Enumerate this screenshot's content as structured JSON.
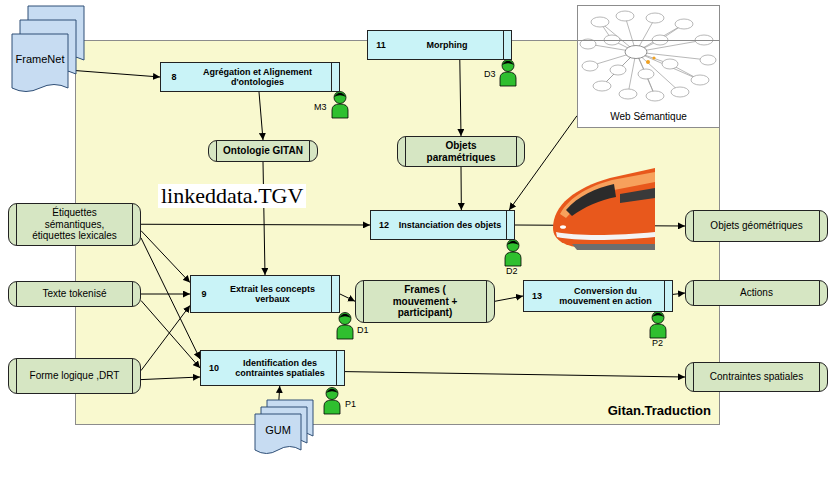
{
  "diagram": {
    "nodes": [
      {
        "text": [
          "Gitan.Traduction"
        ]
      },
      {
        "text": [
          "FrameNet"
        ]
      },
      {
        "text": [
          "8",
          "Agrégation et Alignement d'ontologies"
        ],
        "in": 0
      },
      {
        "text": [
          "11",
          "Morphing"
        ],
        "in": 0
      },
      {
        "text": [
          "Web Sémantique"
        ]
      },
      {
        "text": [
          "Ontologie GITAN"
        ],
        "in": 0
      },
      {
        "text": [
          "Objets paramétriques"
        ],
        "in": 0
      },
      {
        "text": [
          "Étiquettes sémantiques, étiquettes lexicales"
        ]
      },
      {
        "text": [
          "12",
          "Instanciation des objets"
        ],
        "in": 0
      },
      {
        "text": [
          "Objets géométriques"
        ]
      },
      {
        "text": [
          "Texte tokenisé"
        ]
      },
      {
        "text": [
          "9",
          "Extrait les concepts verbaux"
        ],
        "in": 0
      },
      {
        "text": [
          "Frames ( mouvement + participant)"
        ],
        "in": 0
      },
      {
        "text": [
          "13",
          "Conversion du mouvement en action"
        ],
        "in": 0
      },
      {
        "text": [
          "Actions"
        ]
      },
      {
        "text": [
          "Forme logique ,DRT"
        ]
      },
      {
        "text": [
          "10",
          "Identification des contraintes spatiales"
        ],
        "in": 0
      },
      {
        "text": [
          "Contraintes spatiales"
        ]
      },
      {
        "text": [
          "GUM"
        ]
      }
    ],
    "edges": [
      {
        "from": 1,
        "to": 2,
        "arrow": "to"
      },
      {
        "from": 2,
        "to": 5,
        "arrow": "to"
      },
      {
        "from": 5,
        "to": 11,
        "arrow": "to"
      },
      {
        "from": 3,
        "to": 6,
        "arrow": "to"
      },
      {
        "from": 6,
        "to": 8,
        "arrow": "to"
      },
      {
        "from": 4,
        "to": 8,
        "arrow": "to"
      },
      {
        "from": 7,
        "to": 8,
        "arrow": "to"
      },
      {
        "from": 7,
        "to": 11,
        "arrow": "to"
      },
      {
        "from": 7,
        "to": 16,
        "arrow": "to"
      },
      {
        "from": 10,
        "to": 11,
        "arrow": "to"
      },
      {
        "from": 10,
        "to": 16,
        "arrow": "to"
      },
      {
        "from": 15,
        "to": 11,
        "arrow": "to"
      },
      {
        "from": 15,
        "to": 16,
        "arrow": "to"
      },
      {
        "from": 11,
        "to": 12,
        "arrow": "to"
      },
      {
        "from": 12,
        "to": 13,
        "arrow": "to"
      },
      {
        "from": 13,
        "to": 14,
        "arrow": "to"
      },
      {
        "from": 8,
        "to": 9,
        "arrow": "to"
      },
      {
        "from": 16,
        "to": 17,
        "arrow": "to"
      },
      {
        "from": 18,
        "to": 16,
        "arrow": "to"
      }
    ],
    "labels": [
      "M3",
      "D3",
      "linkeddata.TGV",
      "D2",
      "D1",
      "P1",
      "P2"
    ]
  }
}
